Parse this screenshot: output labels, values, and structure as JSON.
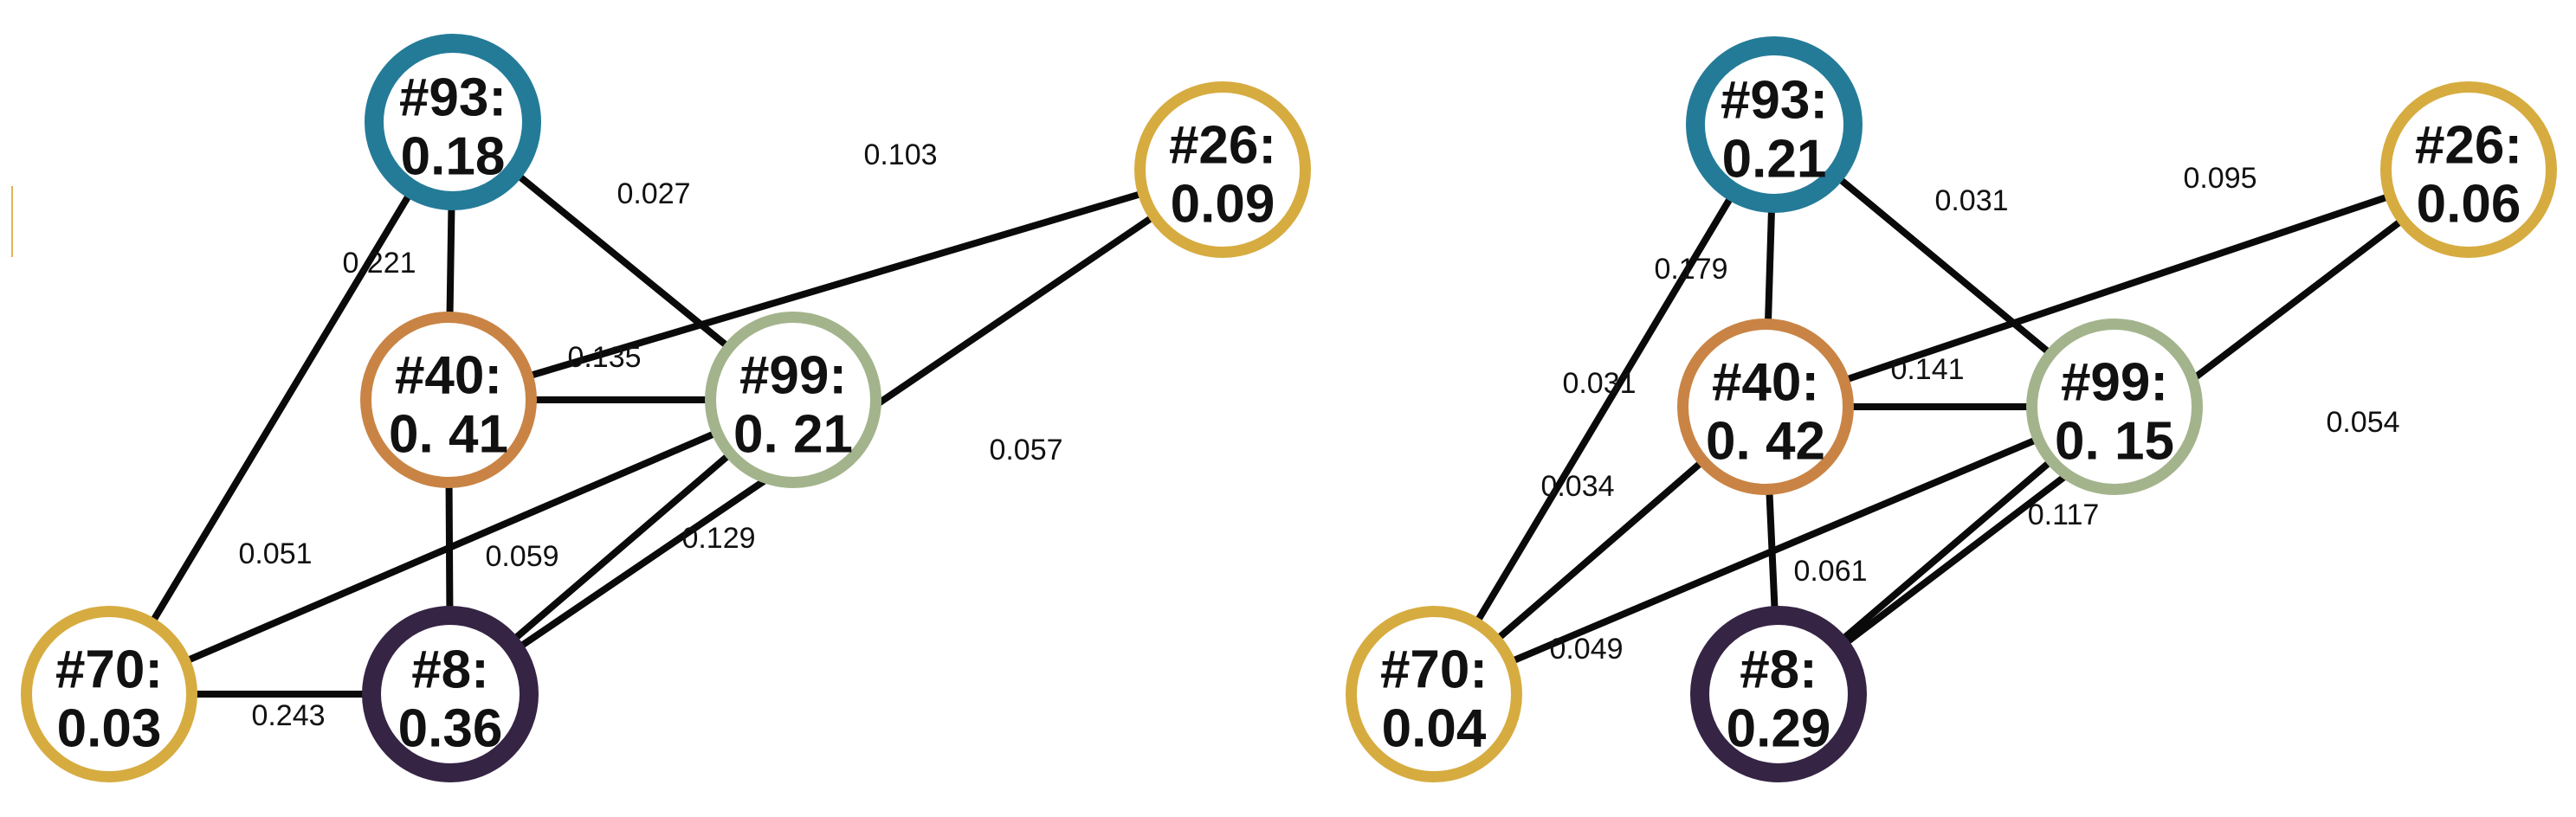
{
  "colors": {
    "teal": "#247b98",
    "orange": "#c98445",
    "sage": "#a3b48c",
    "gold": "#d6ac40",
    "plum": "#352444",
    "edge": "#0a0a0a"
  },
  "graphs": [
    {
      "id": "left",
      "nodes": [
        {
          "id": "93",
          "line1": "#93:",
          "line2": "0.18",
          "color": "teal",
          "ring": "thick"
        },
        {
          "id": "26",
          "line1": "#26:",
          "line2": "0.09",
          "color": "gold",
          "ring": "medium"
        },
        {
          "id": "40",
          "line1": "#40:",
          "line2": "0. 41",
          "color": "orange",
          "ring": "medium"
        },
        {
          "id": "99",
          "line1": "#99:",
          "line2": "0. 21",
          "color": "sage",
          "ring": "medium"
        },
        {
          "id": "70",
          "line1": "#70:",
          "line2": "0.03",
          "color": "gold",
          "ring": "medium"
        },
        {
          "id": "8",
          "line1": "#8:",
          "line2": "0.36",
          "color": "plum",
          "ring": "thick"
        }
      ],
      "edges": [
        {
          "from": "93",
          "to": "40",
          "label": "0.221"
        },
        {
          "from": "93",
          "to": "99",
          "label": "0.027"
        },
        {
          "from": "93",
          "to": "70",
          "label": ""
        },
        {
          "from": "40",
          "to": "26",
          "label": "0.103"
        },
        {
          "from": "40",
          "to": "99",
          "label": "0.135"
        },
        {
          "from": "40",
          "to": "8",
          "label": "0.059"
        },
        {
          "from": "99",
          "to": "70",
          "label": "0.051"
        },
        {
          "from": "99",
          "to": "8",
          "label": "0.129"
        },
        {
          "from": "26",
          "to": "8",
          "label": "0.057"
        },
        {
          "from": "70",
          "to": "8",
          "label": "0.243"
        }
      ]
    },
    {
      "id": "right",
      "nodes": [
        {
          "id": "93",
          "line1": "#93:",
          "line2": "0.21",
          "color": "teal",
          "ring": "thick"
        },
        {
          "id": "26",
          "line1": "#26:",
          "line2": "0.06",
          "color": "gold",
          "ring": "medium"
        },
        {
          "id": "40",
          "line1": "#40:",
          "line2": "0. 42",
          "color": "orange",
          "ring": "medium"
        },
        {
          "id": "99",
          "line1": "#99:",
          "line2": "0. 15",
          "color": "sage",
          "ring": "medium"
        },
        {
          "id": "70",
          "line1": "#70:",
          "line2": "0.04",
          "color": "gold",
          "ring": "medium"
        },
        {
          "id": "8",
          "line1": "#8:",
          "line2": "0.29",
          "color": "plum",
          "ring": "thick"
        }
      ],
      "edges": [
        {
          "from": "93",
          "to": "40",
          "label": "0.179"
        },
        {
          "from": "93",
          "to": "99",
          "label": "0.031"
        },
        {
          "from": "93",
          "to": "70",
          "label": "0.031"
        },
        {
          "from": "40",
          "to": "26",
          "label": "0.095"
        },
        {
          "from": "40",
          "to": "99",
          "label": "0.141"
        },
        {
          "from": "40",
          "to": "8",
          "label": "0.061"
        },
        {
          "from": "40",
          "to": "70",
          "label": "0.034"
        },
        {
          "from": "99",
          "to": "70",
          "label": "0.049"
        },
        {
          "from": "99",
          "to": "8",
          "label": "0.117"
        },
        {
          "from": "26",
          "to": "8",
          "label": "0.054"
        }
      ]
    }
  ]
}
